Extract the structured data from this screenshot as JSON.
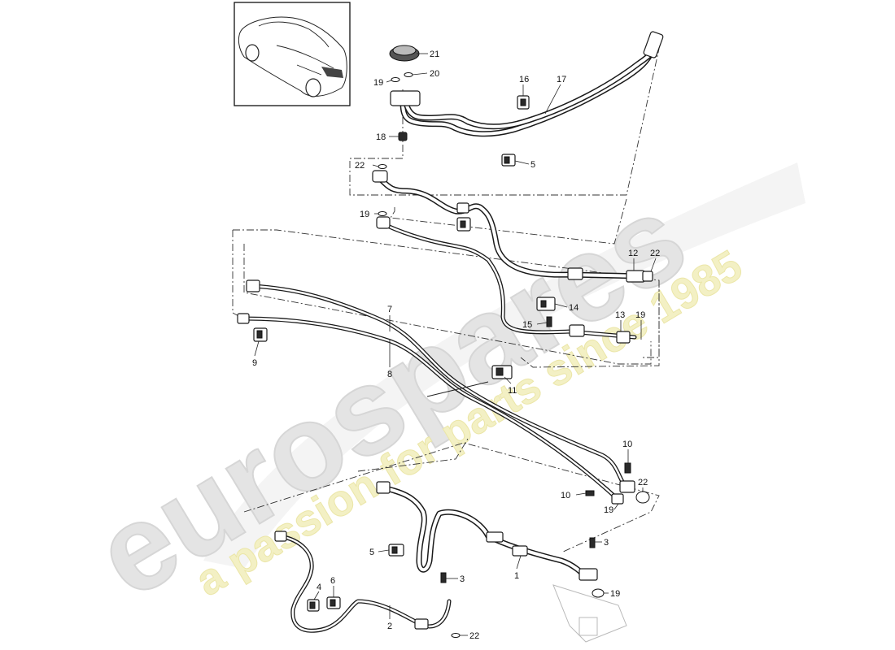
{
  "diagram": {
    "callouts": [
      {
        "id": "c21",
        "label": "21"
      },
      {
        "id": "c20",
        "label": "20"
      },
      {
        "id": "c19a",
        "label": "19"
      },
      {
        "id": "c16",
        "label": "16"
      },
      {
        "id": "c17",
        "label": "17"
      },
      {
        "id": "c18",
        "label": "18"
      },
      {
        "id": "c5a",
        "label": "5"
      },
      {
        "id": "c22a",
        "label": "22"
      },
      {
        "id": "c19b",
        "label": "19"
      },
      {
        "id": "c12",
        "label": "12"
      },
      {
        "id": "c22b",
        "label": "22"
      },
      {
        "id": "c14",
        "label": "14"
      },
      {
        "id": "c15",
        "label": "15"
      },
      {
        "id": "c13",
        "label": "13"
      },
      {
        "id": "c19c",
        "label": "19"
      },
      {
        "id": "c7",
        "label": "7"
      },
      {
        "id": "c8",
        "label": "8"
      },
      {
        "id": "c9",
        "label": "9"
      },
      {
        "id": "c11",
        "label": "11"
      },
      {
        "id": "c10a",
        "label": "10"
      },
      {
        "id": "c10b",
        "label": "10"
      },
      {
        "id": "c22c",
        "label": "22"
      },
      {
        "id": "c19d",
        "label": "19"
      },
      {
        "id": "c3a",
        "label": "3"
      },
      {
        "id": "c5b",
        "label": "5"
      },
      {
        "id": "c1",
        "label": "1"
      },
      {
        "id": "c19e",
        "label": "19"
      },
      {
        "id": "c4",
        "label": "4"
      },
      {
        "id": "c6",
        "label": "6"
      },
      {
        "id": "c3b",
        "label": "3"
      },
      {
        "id": "c2",
        "label": "2"
      },
      {
        "id": "c22d",
        "label": "22"
      }
    ]
  },
  "watermark": {
    "brand": "eurospares",
    "tagline": "a passion for parts since 1985"
  },
  "colors": {
    "line": "#1a1a1a",
    "watermark_grey": "#e6e6e6",
    "watermark_yellow": "#f3f0c4"
  }
}
